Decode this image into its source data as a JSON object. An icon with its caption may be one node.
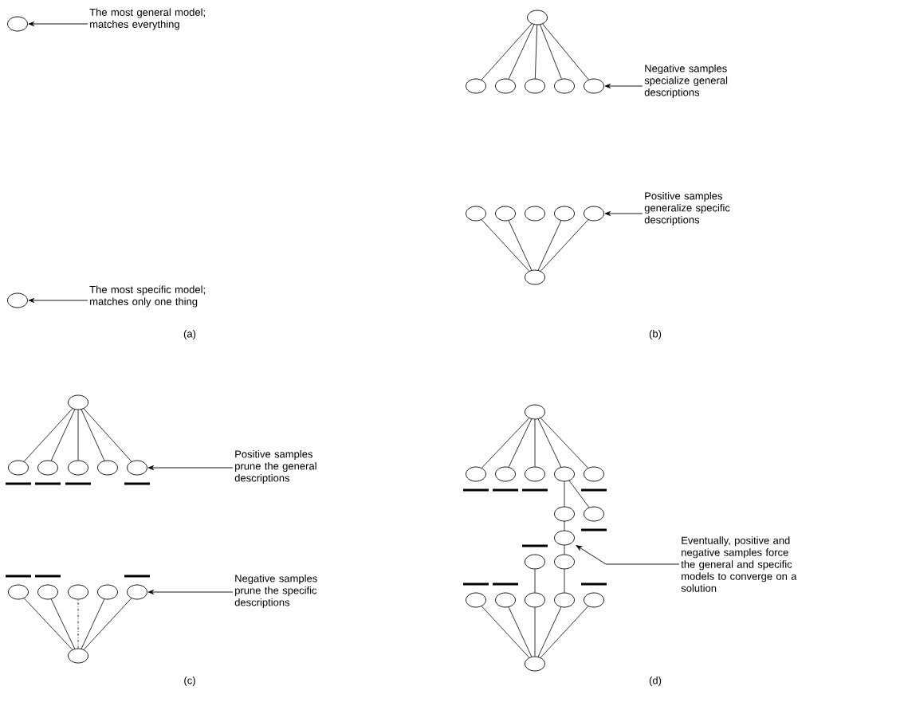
{
  "diagram": {
    "nodes": [
      {
        "text": [],
        "shape": "circle"
      },
      {
        "text": [
          "The most general model; matches everything"
        ]
      },
      {
        "text": [],
        "shape": "circle"
      },
      {
        "text": [
          "The most specific model; matches only one thing"
        ]
      },
      {
        "text": [],
        "shape": "circle"
      },
      {
        "text": [],
        "shape": "circle"
      },
      {
        "text": [],
        "shape": "circle"
      },
      {
        "text": [],
        "shape": "circle"
      },
      {
        "text": [],
        "shape": "circle"
      },
      {
        "text": [],
        "shape": "circle"
      },
      {
        "text": [
          "Negative samples specialize general descriptions"
        ]
      },
      {
        "text": [],
        "shape": "circle"
      },
      {
        "text": [],
        "shape": "circle"
      },
      {
        "text": [],
        "shape": "circle"
      },
      {
        "text": [],
        "shape": "circle"
      },
      {
        "text": [],
        "shape": "circle"
      },
      {
        "text": [],
        "shape": "circle"
      },
      {
        "text": [
          "Positive samples generalize specific descriptions"
        ]
      },
      {
        "text": [],
        "shape": "circle"
      },
      {
        "text": [],
        "shape": "circle"
      },
      {
        "text": [],
        "shape": "circle"
      },
      {
        "text": [],
        "shape": "circle"
      },
      {
        "text": [],
        "shape": "circle"
      },
      {
        "text": [],
        "shape": "circle"
      },
      {
        "text": [
          "Positive samples prune the general descriptions"
        ]
      },
      {
        "text": [],
        "shape": "circle"
      },
      {
        "text": [],
        "shape": "circle"
      },
      {
        "text": [],
        "shape": "circle"
      },
      {
        "text": [],
        "shape": "circle"
      },
      {
        "text": [],
        "shape": "circle"
      },
      {
        "text": [],
        "shape": "circle"
      },
      {
        "text": [
          "Negative samples prune the specific descriptions"
        ]
      },
      {
        "text": [],
        "shape": "circle"
      },
      {
        "text": [],
        "shape": "circle"
      },
      {
        "text": [],
        "shape": "circle"
      },
      {
        "text": [],
        "shape": "circle"
      },
      {
        "text": [],
        "shape": "circle"
      },
      {
        "text": [],
        "shape": "circle"
      },
      {
        "text": [],
        "shape": "circle"
      },
      {
        "text": [],
        "shape": "circle"
      },
      {
        "text": [],
        "shape": "circle"
      },
      {
        "text": [],
        "shape": "circle"
      },
      {
        "text": [],
        "shape": "circle"
      },
      {
        "text": [],
        "shape": "circle"
      },
      {
        "text": [],
        "shape": "circle"
      },
      {
        "text": [],
        "shape": "circle"
      },
      {
        "text": [],
        "shape": "circle"
      },
      {
        "text": [],
        "shape": "circle"
      },
      {
        "text": [],
        "shape": "circle"
      },
      {
        "text": [
          "Eventually, positive and negative samples force the general and specific models to converge on a solution"
        ]
      }
    ],
    "edges": [
      {
        "from": 1,
        "to": 0,
        "arrow": "to"
      },
      {
        "from": 3,
        "to": 2,
        "arrow": "to"
      },
      {
        "from": 4,
        "to": 5,
        "arrow": "none"
      },
      {
        "from": 4,
        "to": 6,
        "arrow": "none"
      },
      {
        "from": 4,
        "to": 7,
        "arrow": "none"
      },
      {
        "from": 4,
        "to": 8,
        "arrow": "none"
      },
      {
        "from": 4,
        "to": 9,
        "arrow": "none"
      },
      {
        "from": 10,
        "to": 9,
        "arrow": "to"
      },
      {
        "from": 16,
        "to": 11,
        "arrow": "none"
      },
      {
        "from": 16,
        "to": 12,
        "arrow": "none"
      },
      {
        "from": 16,
        "to": 14,
        "arrow": "none"
      },
      {
        "from": 16,
        "to": 15,
        "arrow": "none"
      },
      {
        "from": 17,
        "to": 15,
        "arrow": "to"
      },
      {
        "from": 18,
        "to": 19,
        "arrow": "none"
      },
      {
        "from": 18,
        "to": 20,
        "arrow": "none"
      },
      {
        "from": 18,
        "to": 21,
        "arrow": "none"
      },
      {
        "from": 18,
        "to": 22,
        "arrow": "none"
      },
      {
        "from": 18,
        "to": 23,
        "arrow": "none"
      },
      {
        "from": 24,
        "to": 23,
        "arrow": "to"
      },
      {
        "from": 30,
        "to": 25,
        "arrow": "none"
      },
      {
        "from": 30,
        "to": 26,
        "arrow": "none"
      },
      {
        "from": 30,
        "to": 27,
        "arrow": "none",
        "style": "dashed"
      },
      {
        "from": 30,
        "to": 28,
        "arrow": "none"
      },
      {
        "from": 30,
        "to": 29,
        "arrow": "none"
      },
      {
        "from": 31,
        "to": 29,
        "arrow": "to"
      },
      {
        "from": 32,
        "to": 33,
        "arrow": "none"
      },
      {
        "from": 32,
        "to": 34,
        "arrow": "none"
      },
      {
        "from": 32,
        "to": 35,
        "arrow": "none"
      },
      {
        "from": 32,
        "to": 36,
        "arrow": "none"
      },
      {
        "from": 32,
        "to": 37,
        "arrow": "none"
      },
      {
        "from": 36,
        "to": 38,
        "arrow": "none"
      },
      {
        "from": 36,
        "to": 39,
        "arrow": "none"
      },
      {
        "from": 38,
        "to": 40,
        "arrow": "none"
      },
      {
        "from": 40,
        "to": 42,
        "arrow": "none"
      },
      {
        "from": 42,
        "to": 46,
        "arrow": "none"
      },
      {
        "from": 41,
        "to": 45,
        "arrow": "none"
      },
      {
        "from": 48,
        "to": 43,
        "arrow": "none"
      },
      {
        "from": 48,
        "to": 44,
        "arrow": "none"
      },
      {
        "from": 48,
        "to": 45,
        "arrow": "none"
      },
      {
        "from": 48,
        "to": 46,
        "arrow": "none"
      },
      {
        "from": 48,
        "to": 47,
        "arrow": "none"
      },
      {
        "from": 49,
        "to": 40,
        "arrow": "to"
      }
    ],
    "labels": [
      "(a)",
      "(b)",
      "(c)",
      "(d)"
    ]
  }
}
